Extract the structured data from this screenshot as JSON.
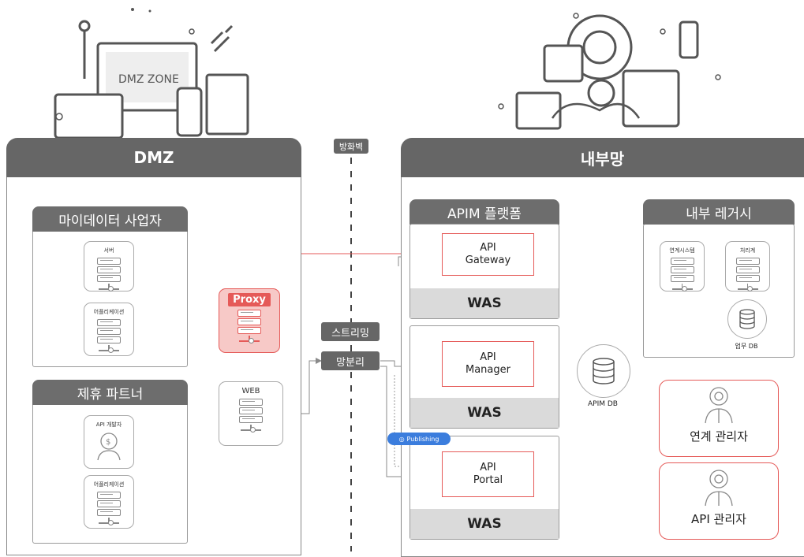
{
  "illustrations": {
    "dmz_monitor_text": "DMZ ZONE"
  },
  "zones": {
    "dmz_title": "DMZ",
    "firewall_label": "방화벽",
    "internal_title": "내부망"
  },
  "dmz": {
    "mydata": {
      "title": "마이데이터 사업자",
      "server_label": "서버",
      "app_label": "어플리케이션"
    },
    "partner": {
      "title": "제휴 파트너",
      "dev_label": "API 개발자",
      "app_label": "어플리케이션"
    },
    "proxy_label": "Proxy",
    "web_label": "WEB"
  },
  "middle": {
    "streaming_label": "스트리밍",
    "netsep_label": "망분리"
  },
  "apim": {
    "title": "APIM 플랫폼",
    "gateway_line1": "API",
    "gateway_line2": "Gateway",
    "manager_line1": "API",
    "manager_line2": "Manager",
    "portal_line1": "API",
    "portal_line2": "Portal",
    "was_label": "WAS",
    "publishing_label": "Publishing",
    "db_label": "APIM DB"
  },
  "legacy": {
    "title": "내부 레거시",
    "link_system_label": "연계시스템",
    "processing_label": "처리계",
    "work_db_label": "업무 DB"
  },
  "admins": {
    "link_admin_label": "연계 관리자",
    "api_admin_label": "API 관리자"
  },
  "colors": {
    "accent_red": "#e55a58",
    "header_gray": "#666666",
    "was_gray": "#dadada",
    "publishing_blue": "#3b7ddd"
  }
}
